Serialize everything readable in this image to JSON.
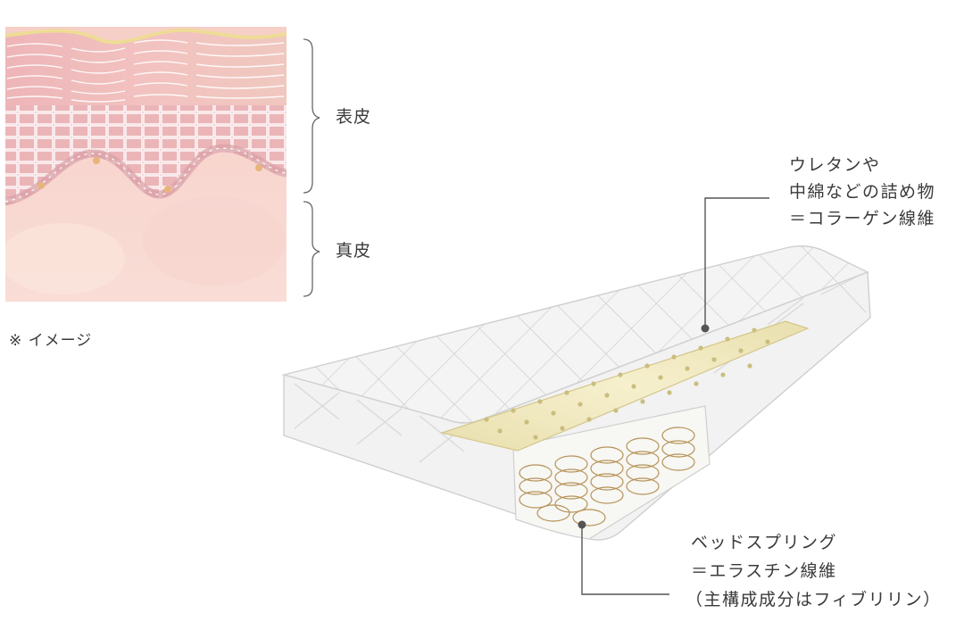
{
  "skin": {
    "epidermis_label": "表皮",
    "dermis_label": "真皮",
    "note": "※ イメージ"
  },
  "mattress": {
    "filling_lines": [
      "ウレタンや",
      "中綿などの詰め物",
      "＝コラーゲン線維"
    ],
    "spring_lines": [
      "ベッドスプリング",
      "＝エラスチン線維",
      "（主構成成分はフィブリリン）"
    ]
  },
  "colors": {
    "skin_pink": "#f3c4c0",
    "grid_line": "#ffffff",
    "leader_line": "#555555",
    "foam": "#f2ecc7",
    "spring": "#a67c3c"
  }
}
